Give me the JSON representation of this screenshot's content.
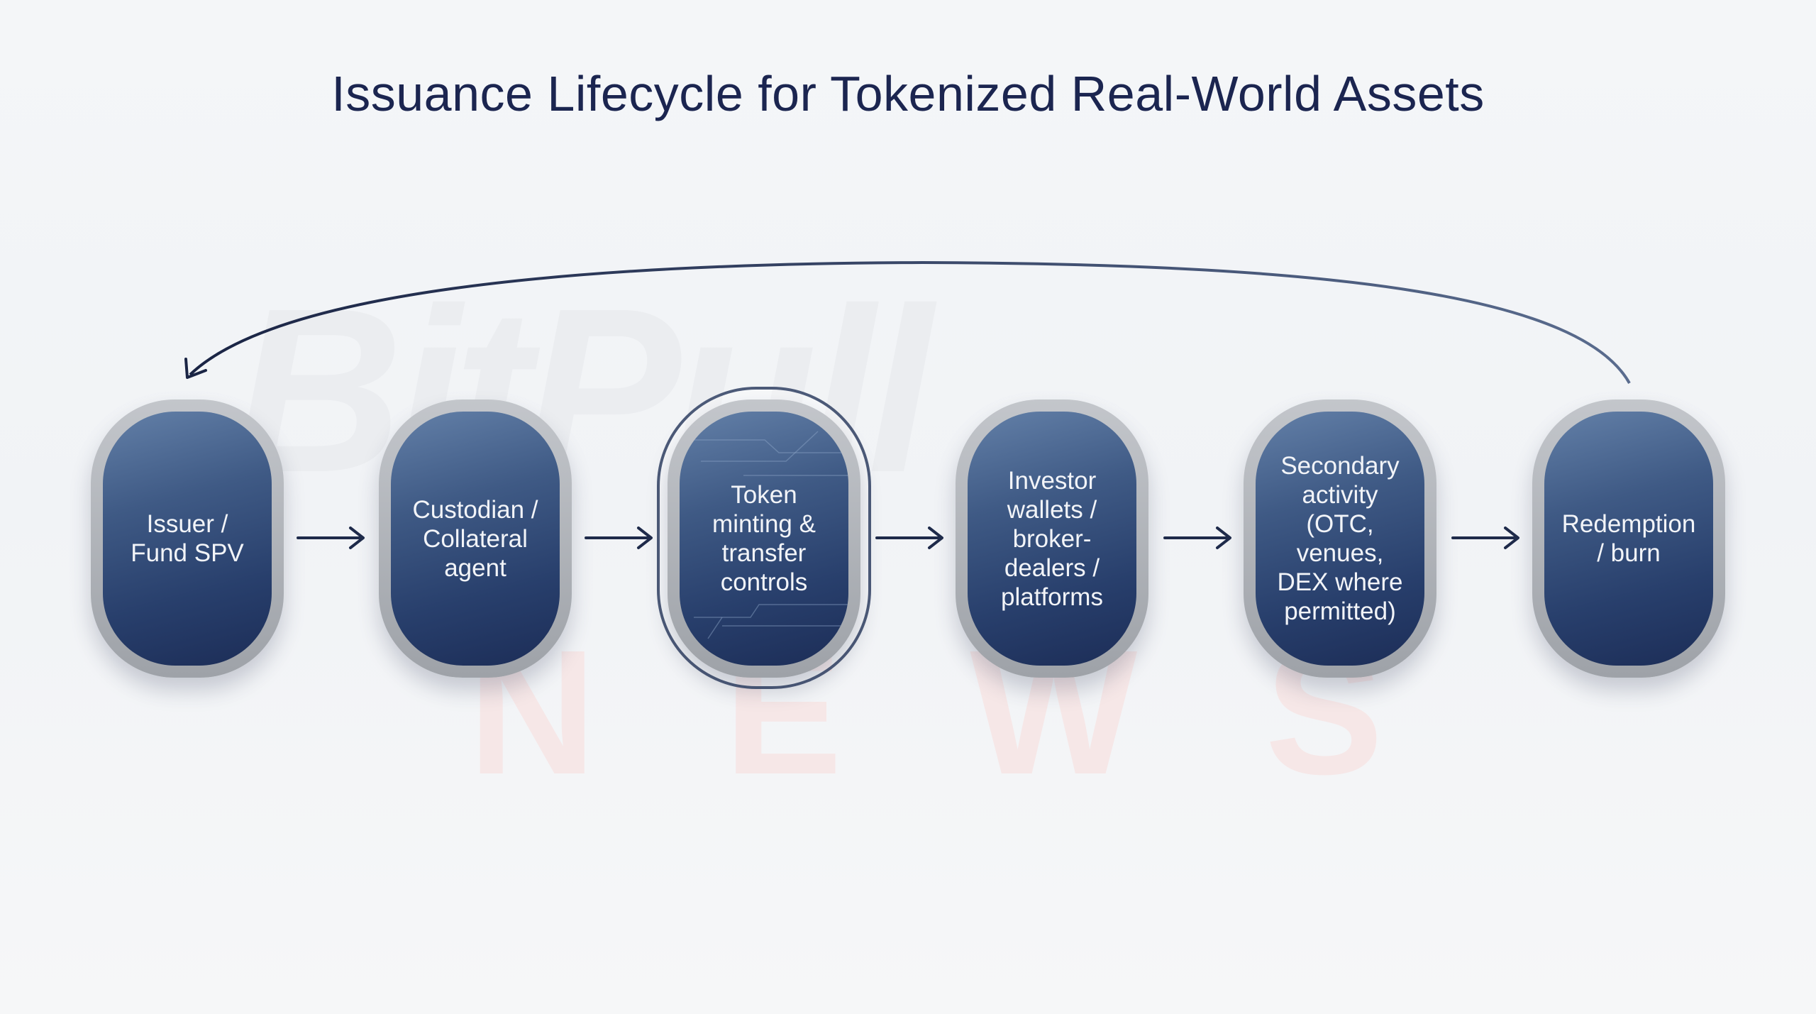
{
  "title": "Issuance Lifecycle for Tokenized Real-World Assets",
  "watermark": {
    "top": "BitPull",
    "bottom": "NEWS"
  },
  "colors": {
    "title": "#1b2550",
    "node_fill": "#2a4170",
    "node_rim": "#a9adb3",
    "arrow": "#1e2a4a"
  },
  "nodes": [
    {
      "label": "Issuer /\nFund SPV",
      "highlighted": false
    },
    {
      "label": "Custodian /\nCollateral\nagent",
      "highlighted": false
    },
    {
      "label": "Token\nminting &\ntransfer\ncontrols",
      "highlighted": true
    },
    {
      "label": "Investor\nwallets /\nbroker-\ndealers /\nplatforms",
      "highlighted": false
    },
    {
      "label": "Secondary\nactivity\n(OTC, venues,\nDEX where\npermitted)",
      "highlighted": false
    },
    {
      "label": "Redemption\n/ burn",
      "highlighted": false
    }
  ],
  "return_arrow": {
    "from": "Redemption / burn",
    "to": "Issuer / Fund SPV"
  }
}
